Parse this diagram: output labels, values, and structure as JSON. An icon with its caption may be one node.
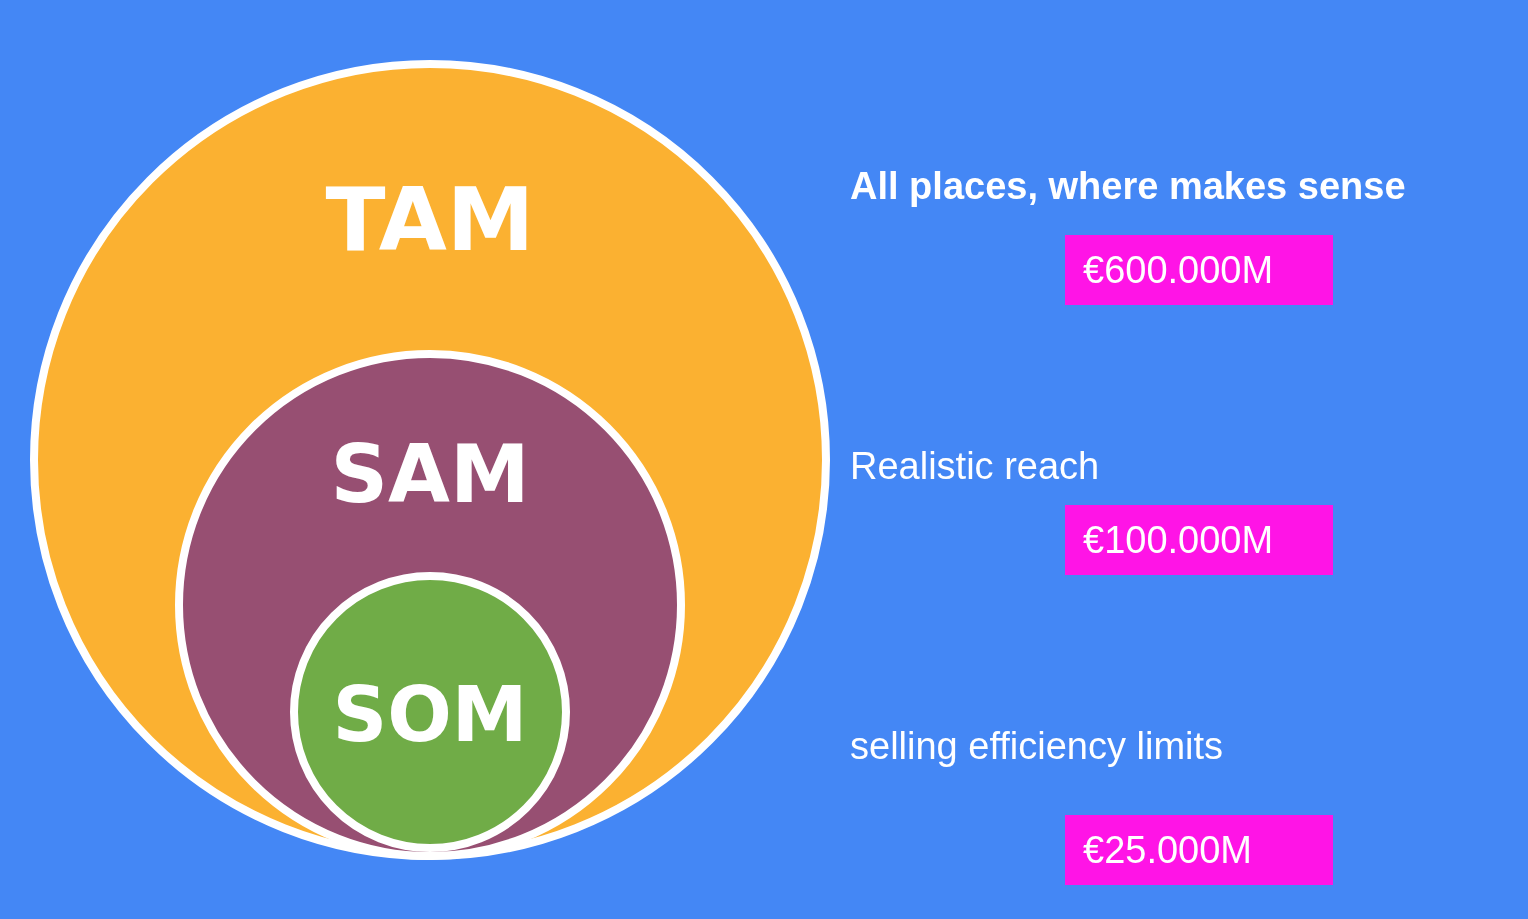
{
  "diagram": {
    "nodes": [
      {
        "text": [
          "TAM"
        ],
        "beside": [
          "All places, where makes sense"
        ]
      },
      {
        "text": [
          "SAM"
        ],
        "in": 0
      },
      {
        "text": [
          "SOM"
        ],
        "in": 1
      },
      {
        "text": [
          "€600.000M"
        ]
      },
      {
        "text": [
          "€100.000M"
        ]
      },
      {
        "text": [
          "€25.000M"
        ]
      }
    ],
    "labels": [
      "Realistic reach",
      "selling efficiency limits"
    ]
  }
}
